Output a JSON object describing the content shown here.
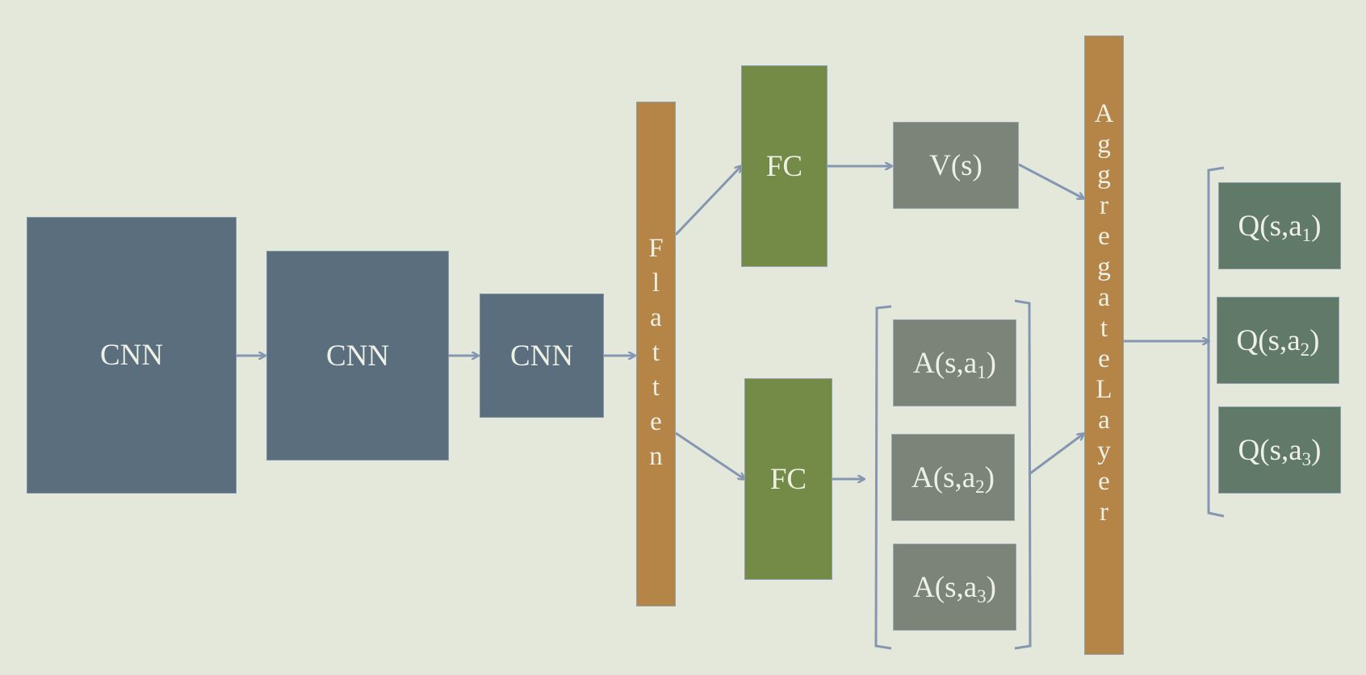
{
  "cnn": [
    "CNN",
    "CNN",
    "CNN"
  ],
  "flatten": "Flatten",
  "fc": [
    "FC",
    "FC"
  ],
  "value": "V(s)",
  "advantage": [
    {
      "base": "A(s,a",
      "sub": "1",
      "close": ")"
    },
    {
      "base": "A(s,a",
      "sub": "2",
      "close": ")"
    },
    {
      "base": "A(s,a",
      "sub": "3",
      "close": ")"
    }
  ],
  "aggregate": "AggregateLayer",
  "q": [
    {
      "base": "Q(s,a",
      "sub": "1",
      "close": ")"
    },
    {
      "base": "Q(s,a",
      "sub": "2",
      "close": ")"
    },
    {
      "base": "Q(s,a",
      "sub": "3",
      "close": ")"
    }
  ],
  "colors": {
    "background": "#e4e8da",
    "cnn": "#5a6e7e",
    "fc": "#748a47",
    "gray": "#7c8479",
    "q": "#607969",
    "bar": "#b48546",
    "arrow": "#8496b2"
  }
}
